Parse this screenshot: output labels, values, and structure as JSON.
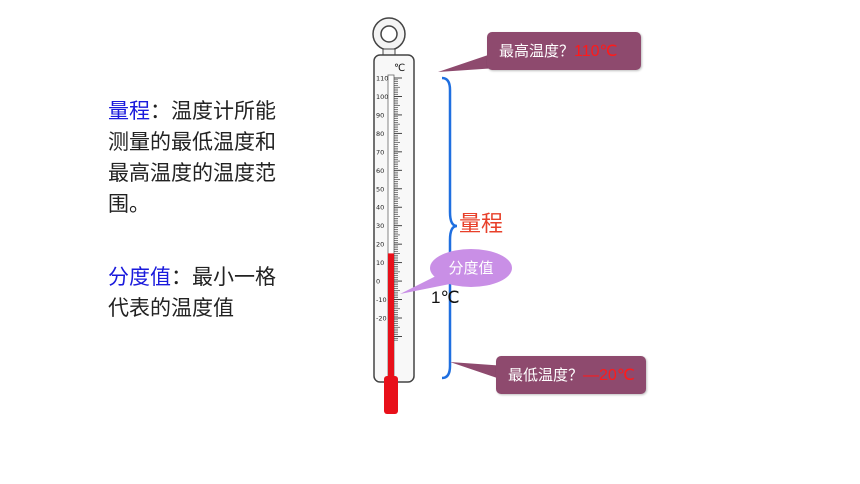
{
  "para1": {
    "term": "量程",
    "text": "：温度计所能测量的最低温度和最高温度的温度范围。"
  },
  "para2": {
    "term": "分度值",
    "text": "：最小一格代表的温度值"
  },
  "thermometer": {
    "unit": "℃",
    "scale_labels": [
      "110",
      "100",
      "90",
      "80",
      "70",
      "60",
      "50",
      "40",
      "30",
      "20",
      "10",
      "0",
      "-10",
      "-20"
    ],
    "max": 110,
    "min": -20,
    "reading": 15,
    "liquid_color": "#e8101a"
  },
  "callout_high": {
    "text": "最高温度？",
    "value": "110℃"
  },
  "callout_low": {
    "text": "最低温度？",
    "value": "—20℃"
  },
  "range_label": "量程",
  "bubble_label": "分度值",
  "division_value": "1℃",
  "colors": {
    "callout": "#8e4a6e",
    "brace": "#1f6fe0",
    "accent": "#e8402a",
    "bubble": "#c98fe6"
  }
}
